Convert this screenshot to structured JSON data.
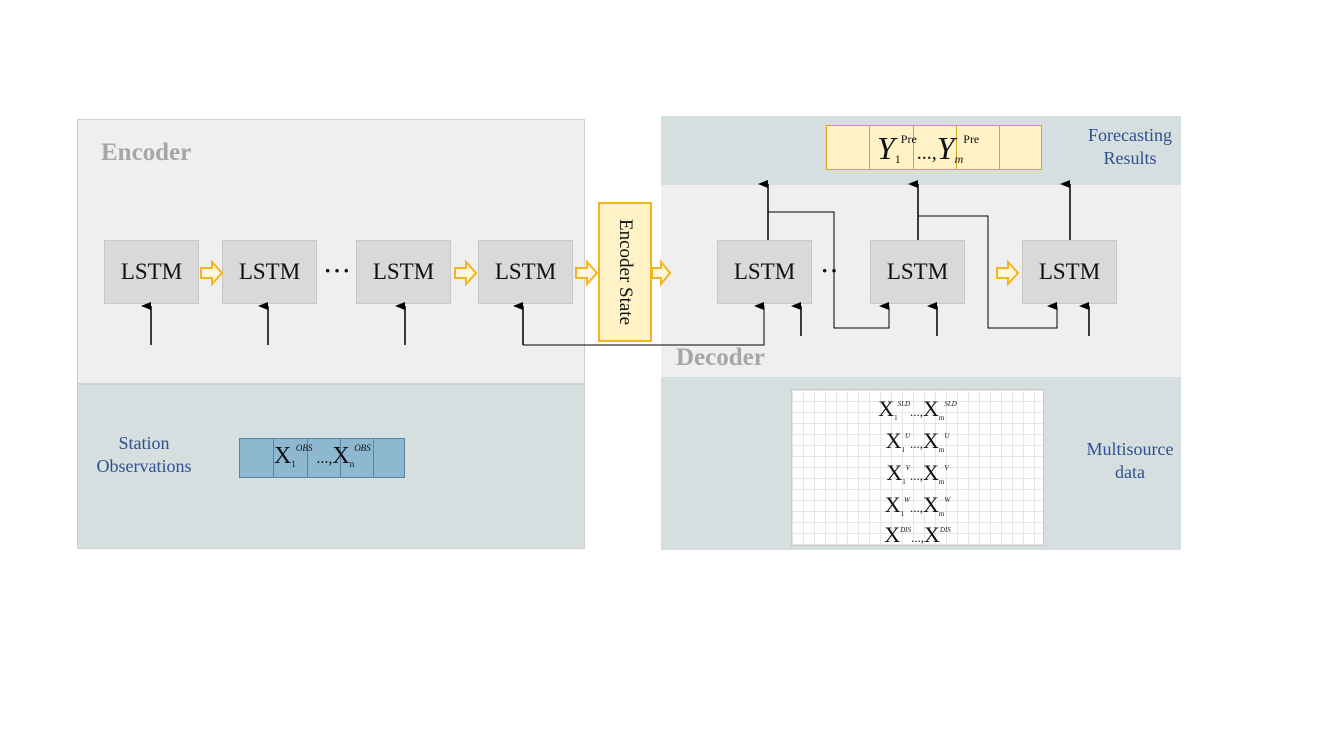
{
  "encoder": {
    "title": "Encoder",
    "lstm_labels": [
      "LSTM",
      "LSTM",
      "LSTM",
      "LSTM"
    ],
    "ellipsis": "···",
    "observations_label": [
      "Station",
      "Observations"
    ],
    "obs_sequence": {
      "var": "X",
      "first_sub": "1",
      "last_sub": "n",
      "sup": "OBS",
      "sep": "...,"
    }
  },
  "encoder_state": {
    "label": "Encoder State"
  },
  "decoder": {
    "title": "Decoder",
    "lstm_labels": [
      "LSTM",
      "LSTM",
      "LSTM"
    ],
    "ellipsis": "··",
    "forecast_label": [
      "Forecasting",
      "Results"
    ],
    "forecast_sequence": {
      "var": "Y",
      "first_sub": "1",
      "last_sub": "m",
      "sup": "Pre",
      "sep": "...,"
    },
    "multisource_label": [
      "Multisource",
      "data"
    ],
    "multisource_rows": [
      {
        "var": "X",
        "first_sub": "1",
        "last_sub": "m",
        "sup": "SLD",
        "sep": "...,"
      },
      {
        "var": "X",
        "first_sub": "1",
        "last_sub": "m",
        "sup": "U",
        "sep": "...,"
      },
      {
        "var": "X",
        "first_sub": "1",
        "last_sub": "m",
        "sup": "V",
        "sep": "...,"
      },
      {
        "var": "X",
        "first_sub": "1",
        "last_sub": "m",
        "sup": "W",
        "sep": "...,"
      },
      {
        "var": "X",
        "first_sub": "",
        "last_sub": "",
        "sup": "DIS",
        "sep": "...,"
      }
    ]
  },
  "colors": {
    "panel_light": "#efefef",
    "panel_teal": "#d5dfdf",
    "lstm_fill": "#d9d9d9",
    "accent_orange": "#f5b31d",
    "state_fill": "#fff2c6",
    "obs_fill": "#8db8cf",
    "label_blue": "#2f4f8f"
  }
}
